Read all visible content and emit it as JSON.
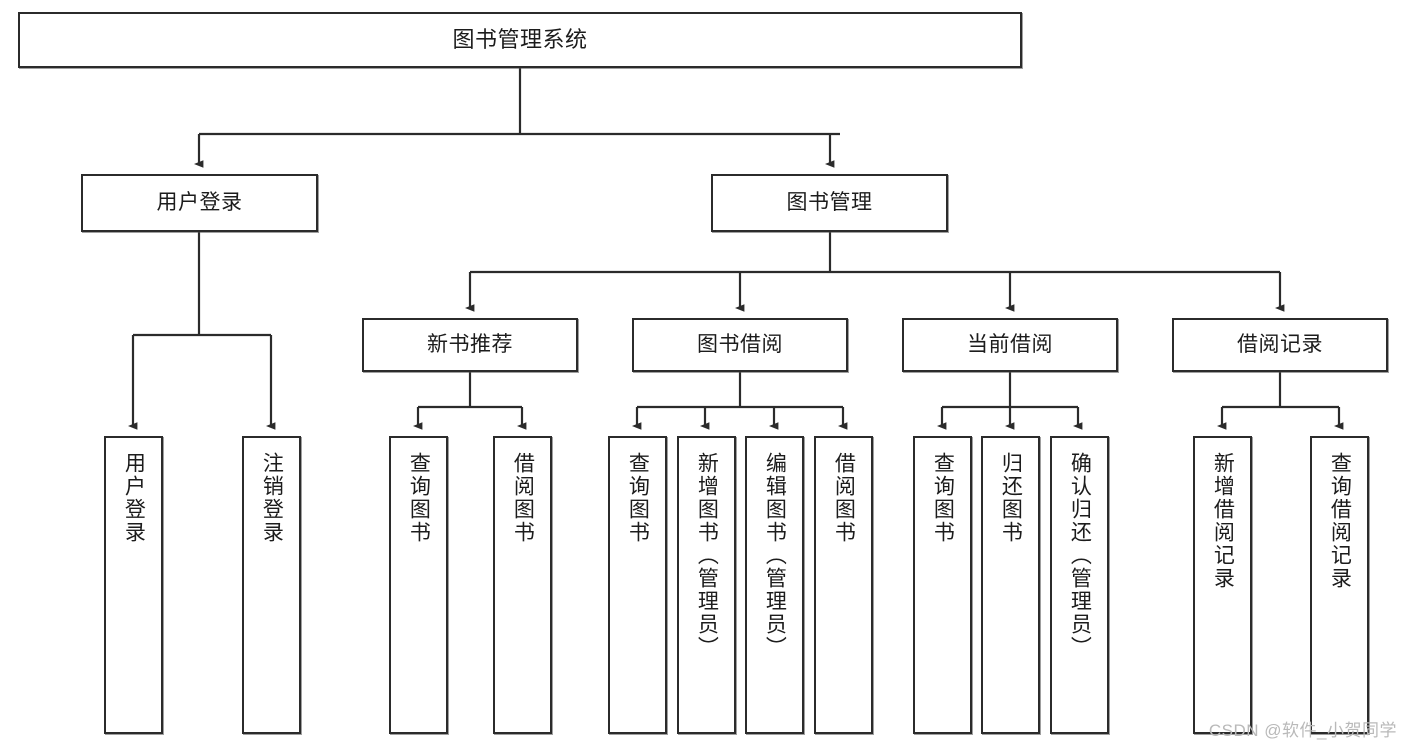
{
  "diagram": {
    "title": "图书管理系统",
    "type": "tree-hierarchy",
    "stroke_color": "#2b2b2b",
    "fill_color": "#ffffff",
    "background": "#ffffff",
    "watermark": "CSDN @软件_小贺同学"
  },
  "nodes": {
    "root": {
      "label": "图书管理系统"
    },
    "level2": [
      {
        "label": "用户登录"
      },
      {
        "label": "图书管理"
      }
    ],
    "level3": [
      {
        "label": "新书推荐"
      },
      {
        "label": "图书借阅"
      },
      {
        "label": "当前借阅"
      },
      {
        "label": "借阅记录"
      }
    ],
    "leaves": {
      "user_login": [
        {
          "label": "用户登录"
        },
        {
          "label": "注销登录"
        }
      ],
      "new_book_recommend": [
        {
          "label": "查询图书"
        },
        {
          "label": "借阅图书"
        }
      ],
      "book_borrow": [
        {
          "label": "查询图书"
        },
        {
          "label": "新增图书（管理员）"
        },
        {
          "label": "编辑图书（管理员）"
        },
        {
          "label": "借阅图书"
        }
      ],
      "current_borrow": [
        {
          "label": "查询图书"
        },
        {
          "label": "归还图书"
        },
        {
          "label": "确认归还（管理员）"
        }
      ],
      "borrow_record": [
        {
          "label": "新增借阅记录"
        },
        {
          "label": "查询借阅记录"
        }
      ]
    }
  }
}
